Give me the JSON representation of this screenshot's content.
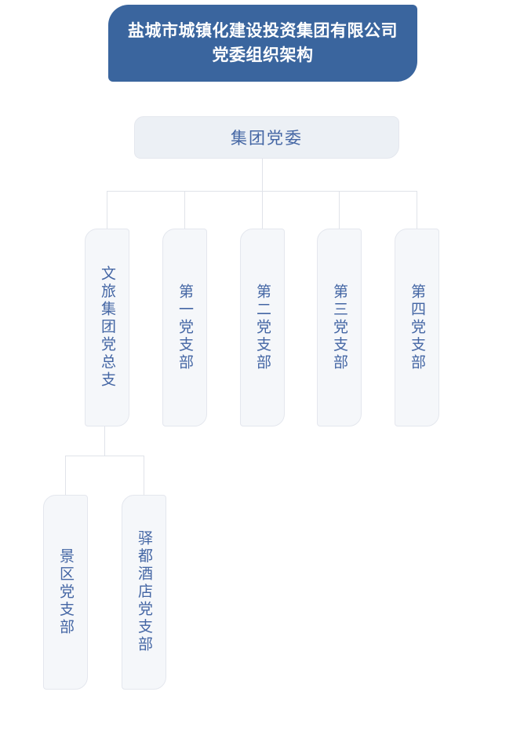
{
  "colors": {
    "header_bg": "#3a659e",
    "header_text": "#ffffff",
    "node_text": "#4466a4",
    "root_bg": "#ecf0f5",
    "node_bg": "#f5f7fa",
    "node_border": "#e4e7ee",
    "line": "#e0e3e9"
  },
  "title": {
    "line1": "盐城市城镇化建设投资集团有限公司",
    "line2": "党委组织架构"
  },
  "org": {
    "root": {
      "label": "集团党委",
      "children": [
        {
          "label": "文旅集团党总支",
          "children": [
            {
              "label": "景区党支部"
            },
            {
              "label": "驿都酒店党支部"
            }
          ]
        },
        {
          "label": "第一党支部"
        },
        {
          "label": "第二党支部"
        },
        {
          "label": "第三党支部"
        },
        {
          "label": "第四党支部"
        }
      ]
    }
  }
}
